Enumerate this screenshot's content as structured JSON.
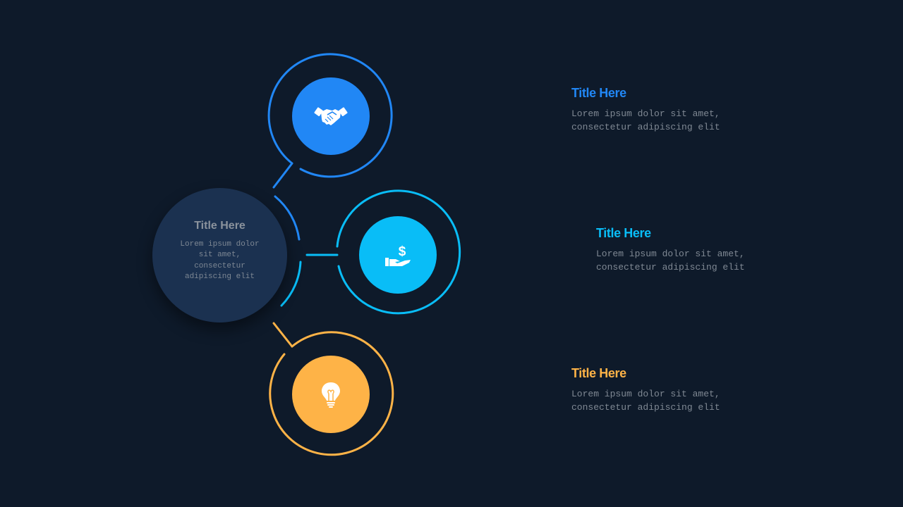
{
  "center": {
    "title": "Title Here",
    "text": "Lorem ipsum dolor sit amet, consectetur adipiscing elit"
  },
  "items": [
    {
      "title": "Title Here",
      "text": "Lorem ipsum dolor sit amet, consectetur adipiscing elit",
      "color": "#2187f5",
      "icon": "handshake-icon"
    },
    {
      "title": "Title Here",
      "text": "Lorem ipsum dolor sit amet, consectetur adipiscing elit",
      "color": "#09bdf7",
      "icon": "dollar-hand-icon"
    },
    {
      "title": "Title Here",
      "text": "Lorem ipsum dolor sit amet, consectetur adipiscing elit",
      "color": "#feb347",
      "icon": "lightbulb-icon"
    }
  ],
  "colors": {
    "background": "#0e1a2a",
    "center_fill": "#1b3150",
    "ring_gap": "#0c1725"
  }
}
